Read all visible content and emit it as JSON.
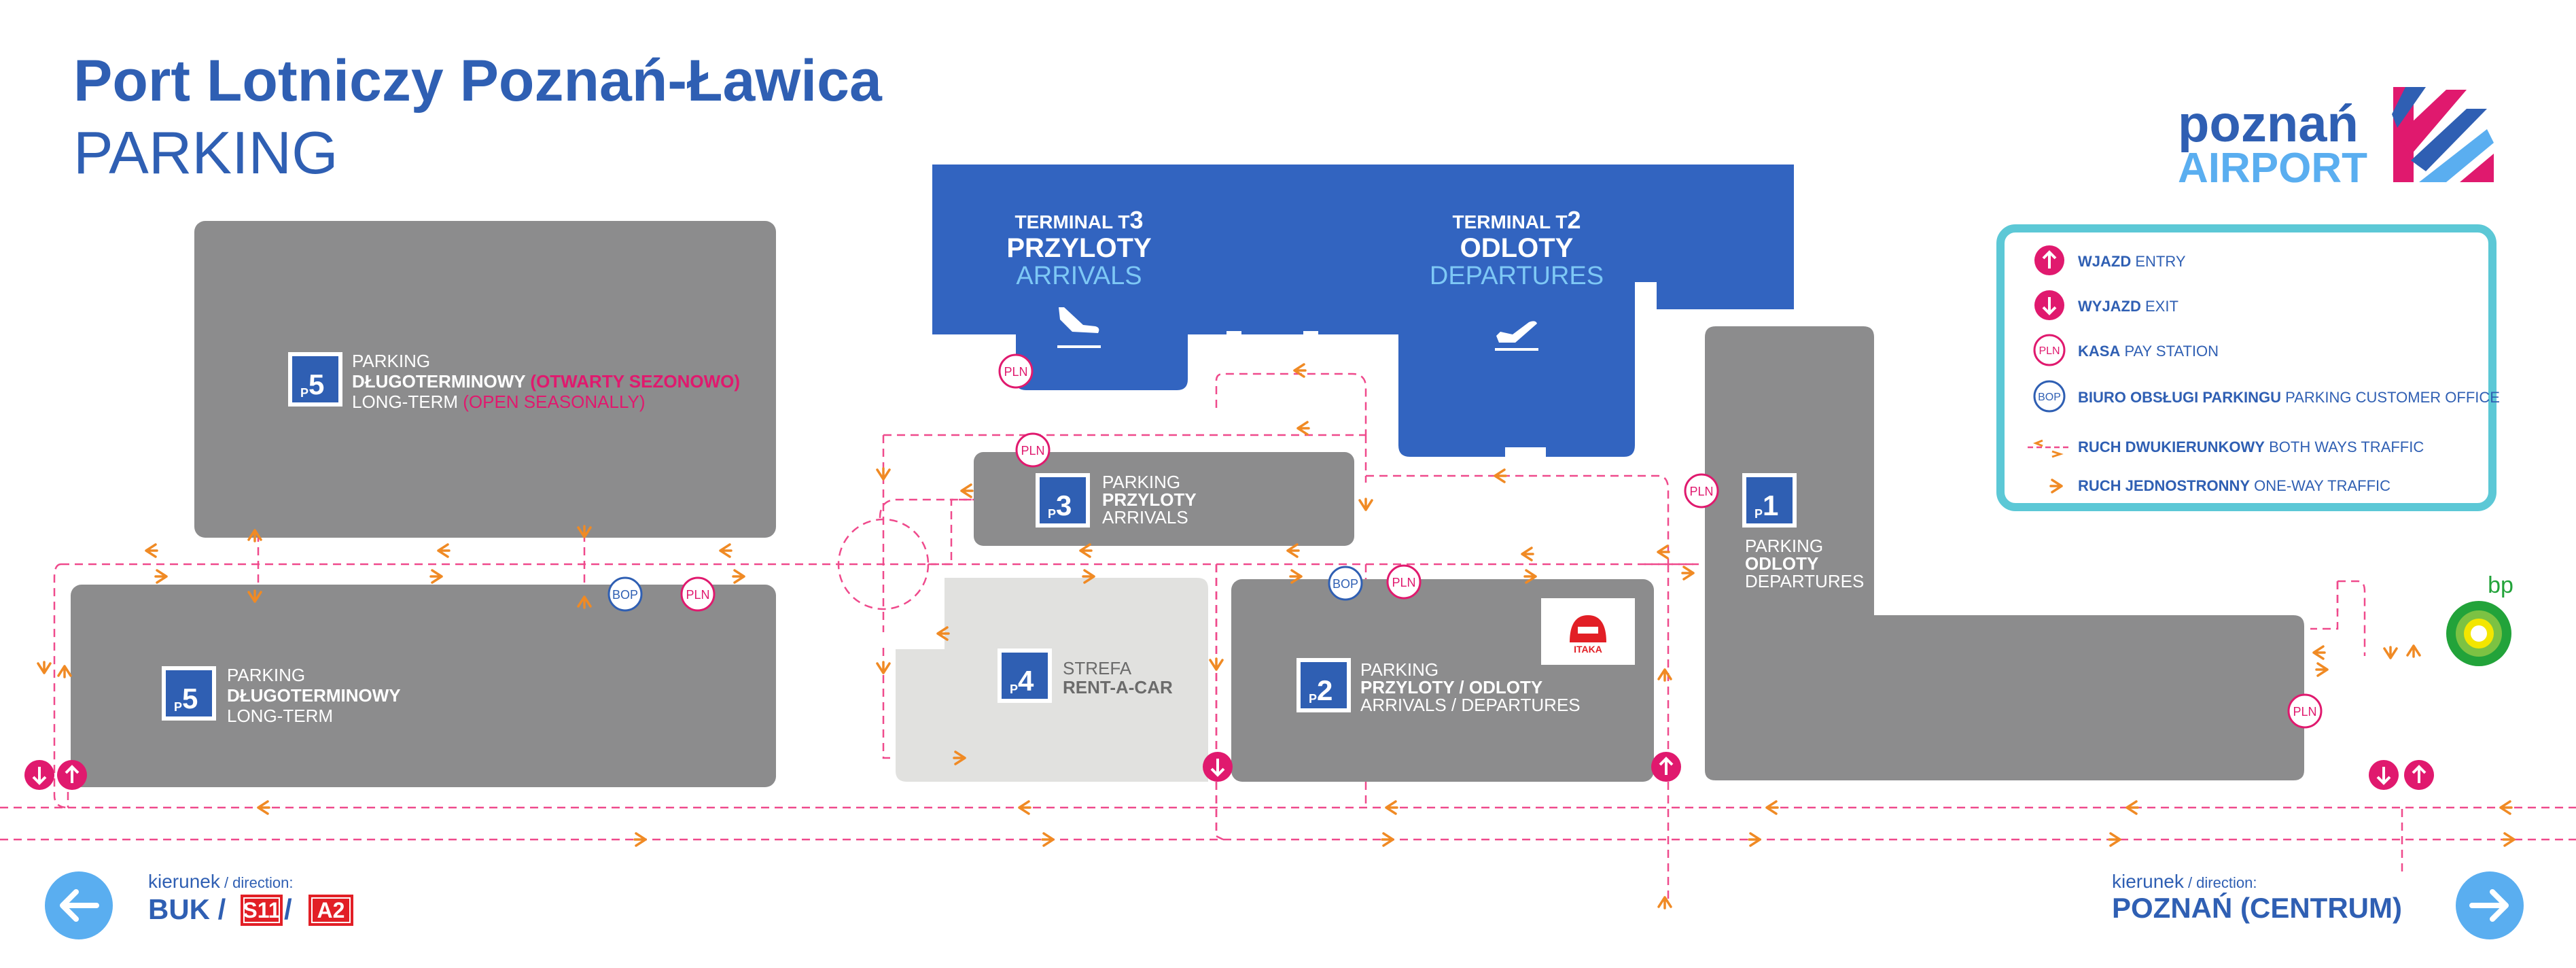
{
  "header": {
    "title": "Port Lotniczy Poznań-Ławica",
    "subtitle": "PARKING"
  },
  "logo": {
    "line1": "poznań",
    "line2": "AIRPORT"
  },
  "colors": {
    "brand_blue": "#2f5fb3",
    "terminal_blue": "#3264c0",
    "light_blue": "#5aaef0",
    "parking_gray": "#8c8c8d",
    "rentacar_gray": "#e1e1df",
    "magenta": "#e0196e",
    "orange": "#f08a24",
    "legend_border": "#5cc8d6",
    "bp_green": "#22a33a",
    "road_sign_red": "#e21f26"
  },
  "terminals": {
    "t3": {
      "name": "TERMINAL T",
      "num": "3",
      "pl": "PRZYLOTY",
      "en": "ARRIVALS",
      "icon": "plane-landing-icon"
    },
    "t2": {
      "name": "TERMINAL T",
      "num": "2",
      "pl": "ODLOTY",
      "en": "DEPARTURES",
      "icon": "plane-takeoff-icon"
    }
  },
  "parkings": {
    "p5_top": {
      "badge_p": "P",
      "badge_n": "5",
      "l1": "PARKING",
      "l2": "DŁUGOTERMINOWY",
      "l2b": " (OTWARTY SEZONOWO)",
      "l3": "LONG-TERM",
      "l3b": " (OPEN SEASONALLY)"
    },
    "p5_bottom": {
      "badge_p": "P",
      "badge_n": "5",
      "l1": "PARKING",
      "l2": "DŁUGOTERMINOWY",
      "l3": "LONG-TERM"
    },
    "p3": {
      "badge_p": "P",
      "badge_n": "3",
      "l1": "PARKING",
      "l2": "PRZYLOTY",
      "l3": "ARRIVALS"
    },
    "p4": {
      "badge_p": "P",
      "badge_n": "4",
      "l1": "STREFA",
      "l2": "RENT-A-CAR"
    },
    "p2": {
      "badge_p": "P",
      "badge_n": "2",
      "l1": "PARKING",
      "l2": "PRZYLOTY / ODLOTY",
      "l3": "ARRIVALS / DEPARTURES"
    },
    "p1": {
      "badge_p": "P",
      "badge_n": "1",
      "l1": "PARKING",
      "l2": "ODLOTY",
      "l3": "DEPARTURES"
    }
  },
  "markers": {
    "pln": "PLN",
    "bop": "BOP",
    "itaka": "ITAKA",
    "bp": "bp"
  },
  "legend": [
    {
      "icon": "entry-arrow-icon",
      "pl": "WJAZD",
      "en": " ENTRY"
    },
    {
      "icon": "exit-arrow-icon",
      "pl": "WYJAZD",
      "en": " EXIT"
    },
    {
      "icon": "pay-station-icon",
      "pl": "KASA",
      "en": " PAY STATION"
    },
    {
      "icon": "customer-office-icon",
      "pl": "BIURO OBSŁUGI PARKINGU",
      "en": " PARKING CUSTOMER OFFICE"
    },
    {
      "icon": "two-way-traffic-icon",
      "pl": "RUCH DWUKIERUNKOWY",
      "en": " BOTH WAYS TRAFFIC"
    },
    {
      "icon": "one-way-traffic-icon",
      "pl": "RUCH JEDNOSTRONNY",
      "en": " ONE-WAY TRAFFIC"
    }
  ],
  "directions": {
    "left": {
      "label_pl": "kierunek",
      "label_en": " / direction:",
      "city": "BUK / ",
      "road1": "S11",
      "sep": " / ",
      "road2": "A2"
    },
    "right": {
      "label_pl": "kierunek",
      "label_en": " / direction:",
      "city": "POZNAŃ (CENTRUM)"
    }
  }
}
